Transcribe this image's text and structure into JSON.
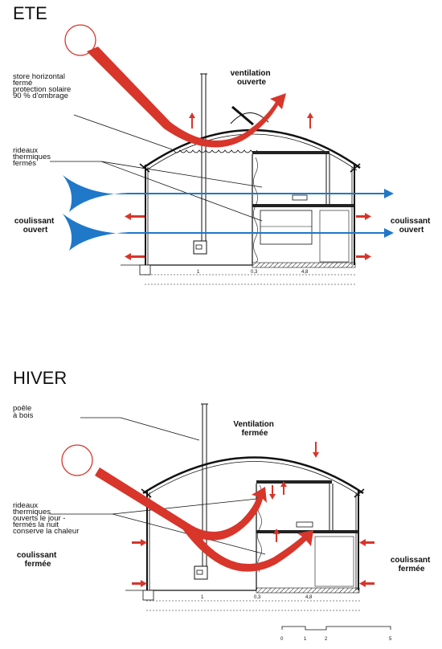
{
  "summer": {
    "title": "ETE",
    "store_label": [
      "store horizontal",
      "fermé",
      "protection solaire",
      "90 % d'ombrage"
    ],
    "curtains_label": [
      "rideaux",
      "thermiques",
      "fermés"
    ],
    "ventilation_label": [
      "ventilation",
      "ouverte"
    ],
    "sliding_left": [
      "coulissant",
      "ouvert"
    ],
    "sliding_right": [
      "coulissant",
      "ouvert"
    ]
  },
  "winter": {
    "title": "HIVER",
    "stove_label": [
      "poêle",
      "à bois"
    ],
    "ventilation_label": [
      "Ventilation",
      "fermée"
    ],
    "curtains_label": [
      "rideaux",
      "thermiques",
      "ouverts le jour -",
      "fermés la nuit",
      "conserve la chaleur"
    ],
    "sliding_left": [
      "coulissant",
      "fermée"
    ],
    "sliding_right": [
      "coulissant",
      "fermée"
    ]
  },
  "scale": {
    "ticks": [
      "0",
      "1",
      "2",
      "5"
    ]
  },
  "colors": {
    "sun_arrow": "#d8352b",
    "wind_arrow": "#1f78c8",
    "line": "#111111"
  }
}
